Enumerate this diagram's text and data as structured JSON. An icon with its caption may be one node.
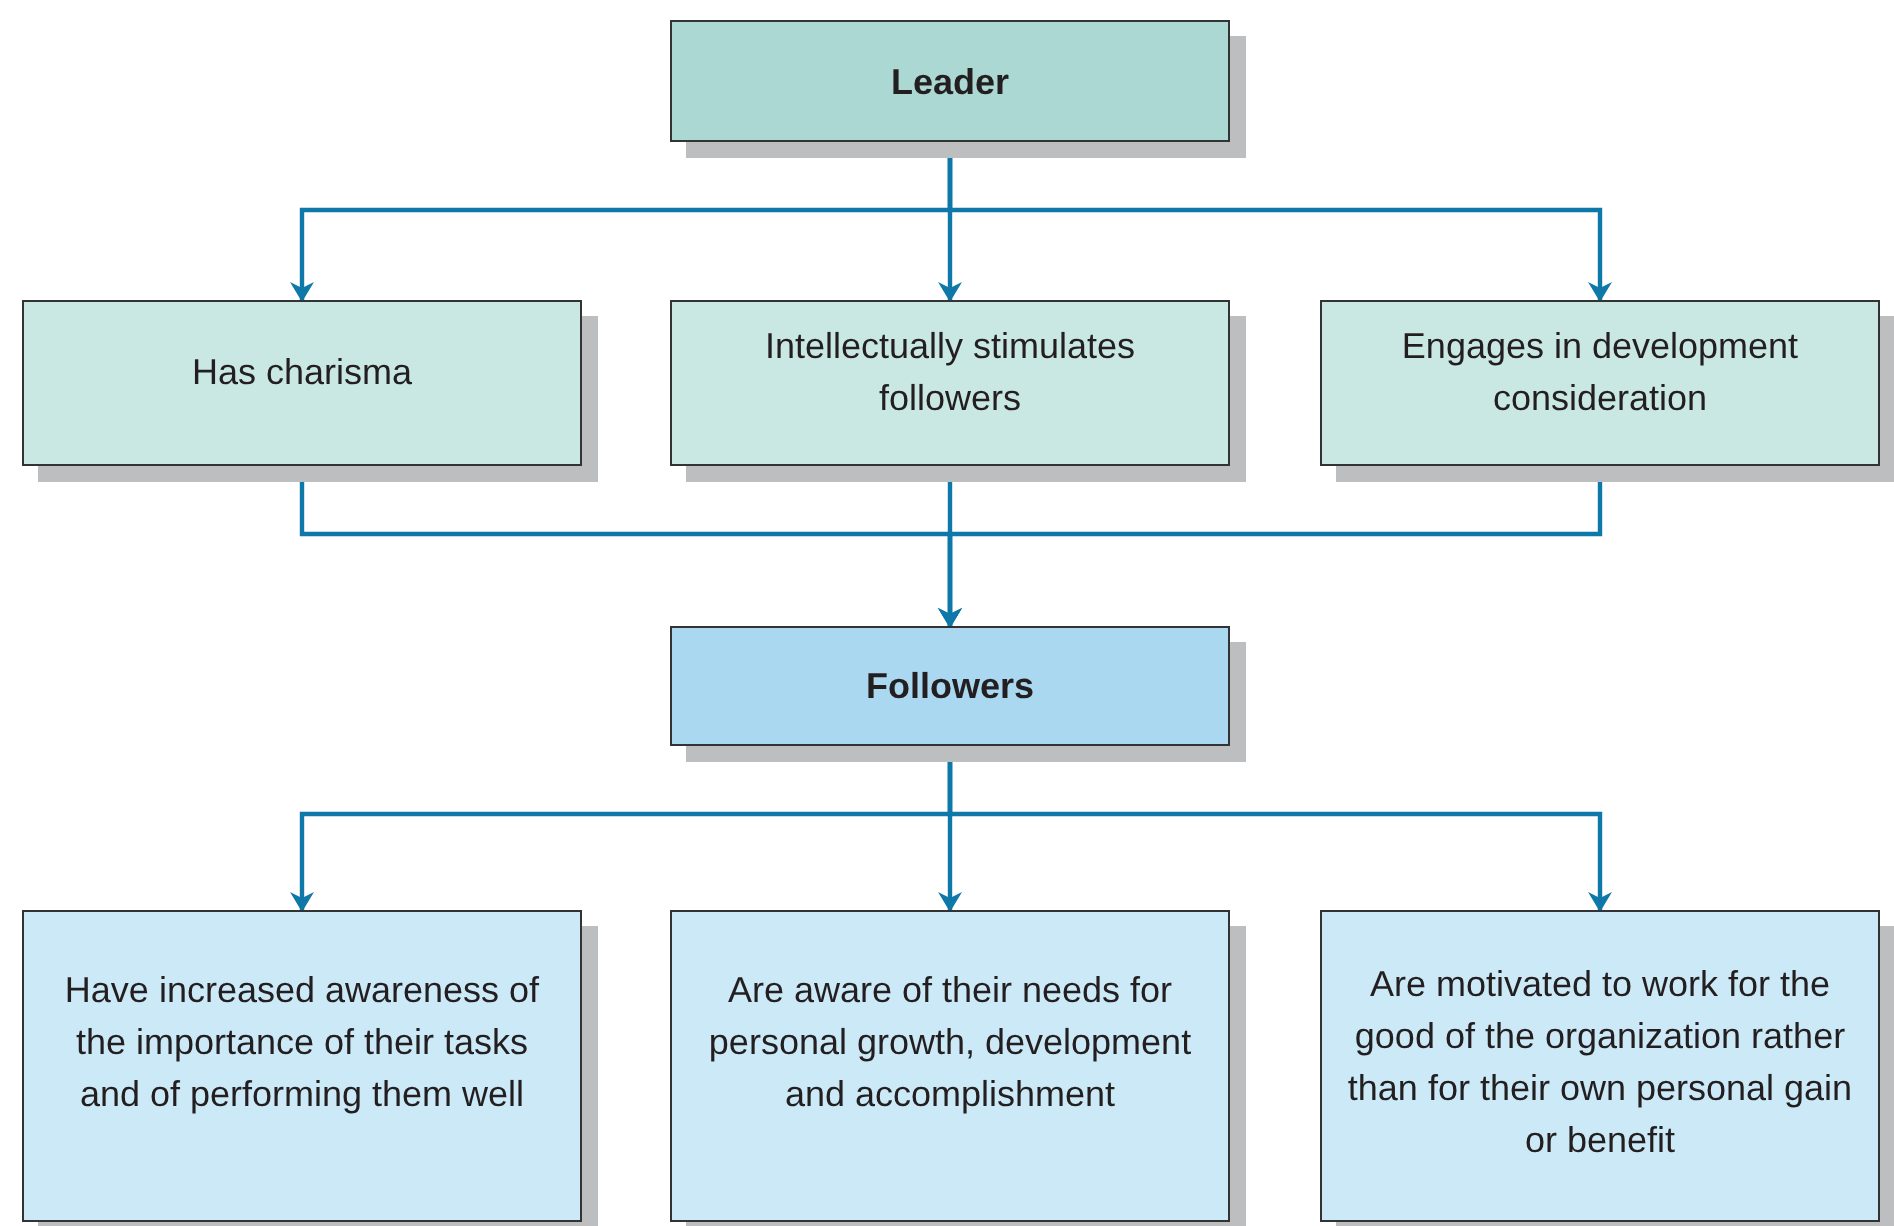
{
  "diagram": {
    "nodes": [
      {
        "text": [
          "Leader"
        ]
      },
      {
        "text": [
          "Has charisma"
        ]
      },
      {
        "text": [
          "Intellectually stimulates followers"
        ]
      },
      {
        "text": [
          "Engages in development consideration"
        ]
      },
      {
        "text": [
          "Followers"
        ]
      },
      {
        "text": [
          "Have increased awareness of the importance of their tasks and of performing them well"
        ]
      },
      {
        "text": [
          "Are aware of their needs for personal growth, development and accomplishment"
        ]
      },
      {
        "text": [
          "Are motivated to work for the good of the organization rather than for their own personal gain or benefit"
        ]
      }
    ],
    "edges": [
      {
        "from": 0,
        "to": 1,
        "arrow": "to"
      },
      {
        "from": 0,
        "to": 2,
        "arrow": "to"
      },
      {
        "from": 0,
        "to": 3,
        "arrow": "to"
      },
      {
        "from": 1,
        "to": 4,
        "arrow": "to"
      },
      {
        "from": 2,
        "to": 4,
        "arrow": "to"
      },
      {
        "from": 3,
        "to": 4,
        "arrow": "to"
      },
      {
        "from": 4,
        "to": 5,
        "arrow": "to"
      },
      {
        "from": 4,
        "to": 6,
        "arrow": "to"
      },
      {
        "from": 4,
        "to": 7,
        "arrow": "to"
      }
    ]
  }
}
